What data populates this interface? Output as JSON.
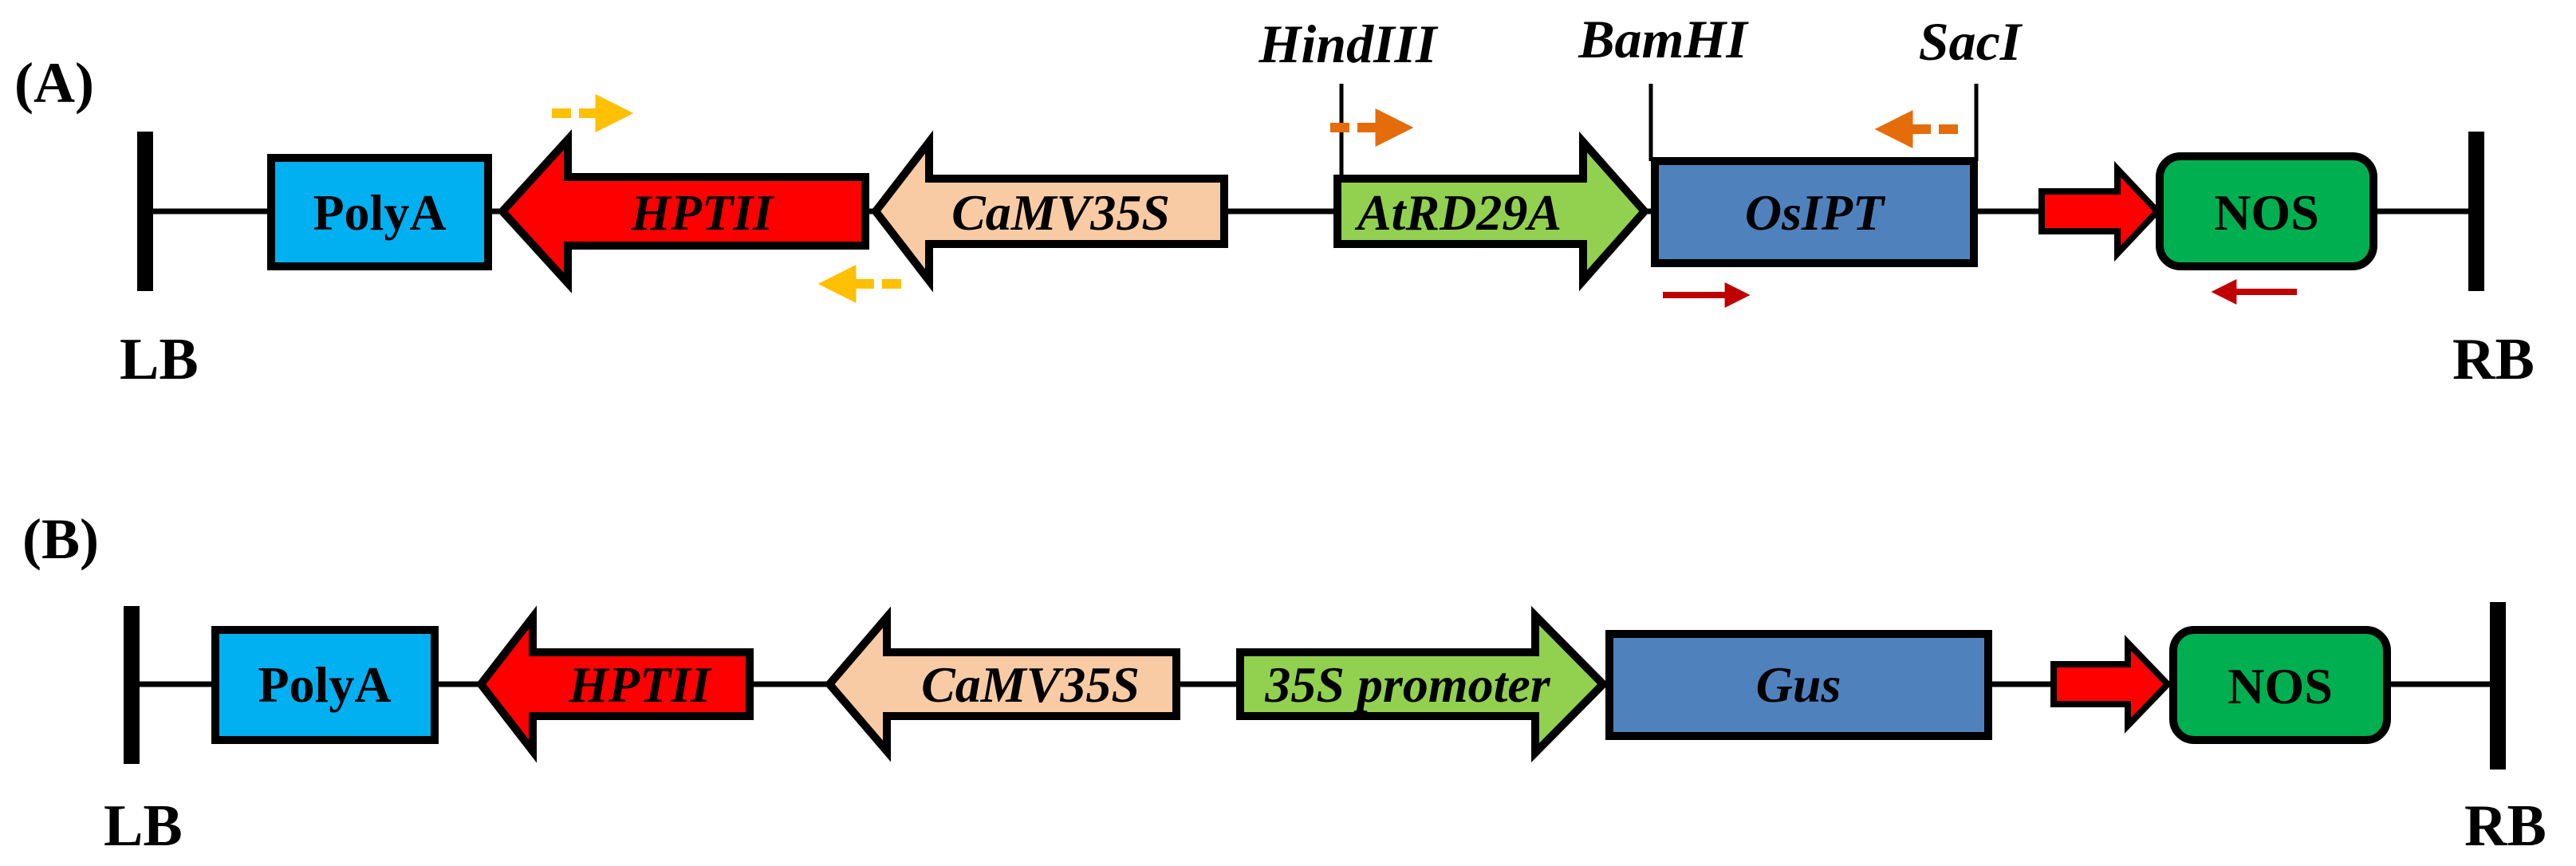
{
  "panel_a": {
    "label": "(A)",
    "left_border": "LB",
    "right_border": "RB",
    "elements": {
      "polya": "PolyA",
      "hptii": "HPTII",
      "camv35s": "CaMV35S",
      "atrd29a": "AtRD29A",
      "osipt": "OsIPT",
      "nos": "NOS"
    },
    "restriction_sites": {
      "hindiii": "HindIII",
      "bamhi": "BamHI",
      "saci": "SacI"
    }
  },
  "panel_b": {
    "label": "(B)",
    "left_border": "LB",
    "right_border": "RB",
    "elements": {
      "polya": "PolyA",
      "hptii": "HPTII",
      "camv35s": "CaMV35S",
      "promoter": "35S promoter",
      "gus": "Gus",
      "nos": "NOS"
    }
  },
  "colors": {
    "polya": "#00b0f0",
    "hptii": "#ff0000",
    "camv35s": "#f8cba4",
    "promoter": "#92d050",
    "gene": "#4f81bd",
    "nos": "#00b050",
    "primer_hpt": "#ffc000",
    "primer_site": "#e46c0a",
    "primer_nos": "#c00000",
    "outline": "#000000"
  }
}
